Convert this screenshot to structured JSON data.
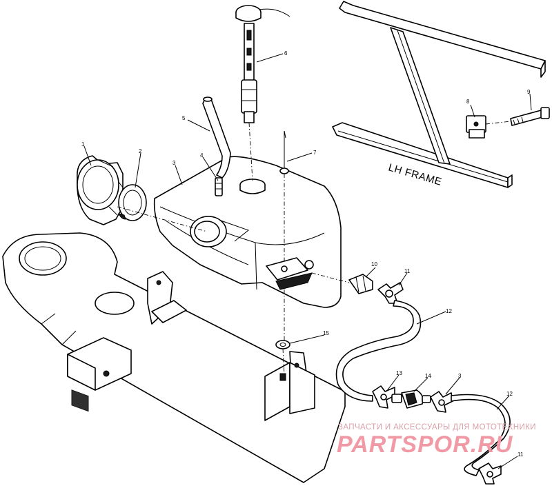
{
  "diagram": {
    "frame_label": "LH FRAME",
    "callouts": [
      {
        "id": "c1",
        "text": "1"
      },
      {
        "id": "c2",
        "text": "2"
      },
      {
        "id": "c3",
        "text": "3"
      },
      {
        "id": "c4",
        "text": "4"
      },
      {
        "id": "c5",
        "text": "5"
      },
      {
        "id": "c6",
        "text": "6"
      },
      {
        "id": "c7",
        "text": "7"
      },
      {
        "id": "c8",
        "text": "8"
      },
      {
        "id": "c9",
        "text": "9"
      },
      {
        "id": "c10",
        "text": "10"
      },
      {
        "id": "c11a",
        "text": "11"
      },
      {
        "id": "c12a",
        "text": "12"
      },
      {
        "id": "c15",
        "text": "15"
      },
      {
        "id": "c13",
        "text": "13"
      },
      {
        "id": "c14",
        "text": "14"
      },
      {
        "id": "c3b",
        "text": "3"
      },
      {
        "id": "c12b",
        "text": "12"
      },
      {
        "id": "c11b",
        "text": "11"
      }
    ]
  },
  "watermark": {
    "tagline": "ЗАПЧАСТИ И АКСЕССУАРЫ ДЛЯ МОТОТЕХНИКИ",
    "brand": "PARTSPOR.RU"
  }
}
